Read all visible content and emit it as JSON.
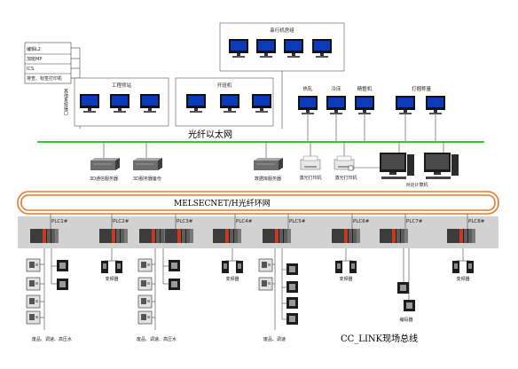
{
  "left_box": {
    "items": [
      "编辑L2",
      "加班MP",
      "ICS",
      "排查、标签打印机"
    ],
    "vertical_label": "其他系统接口"
  },
  "groups": {
    "server_room": "串行机房组",
    "engineering": "工程师站",
    "operator": "开班机",
    "hot_roll": "热轧",
    "cold_roll": "冷床",
    "finishing": "精整机",
    "strapping": "打捆称量"
  },
  "ethernet_label": "光纤以太网",
  "ring_label": "MELSECNET/H光纤环网",
  "ethernet_nodes": {
    "server1": "3D通信服务器",
    "server2": "3D服务器备份",
    "server3": "数据库服务器",
    "printer1": "激光打印机",
    "printer2": "激光打印机",
    "computer": "对比计算机"
  },
  "plc_labels": [
    "PLC1#",
    "PLC2#",
    "PLC3#",
    "PLC4#",
    "PLC5#",
    "PLC6#",
    "PLC7#",
    "PLC8#"
  ],
  "inverter_label": "变频器",
  "encoder_label": "编码器",
  "bottom_labels": [
    "废品、调速、高压水",
    "废品、调速、高压水",
    "废品、调速"
  ],
  "field_bus_label": "CC_LINK现场总线"
}
